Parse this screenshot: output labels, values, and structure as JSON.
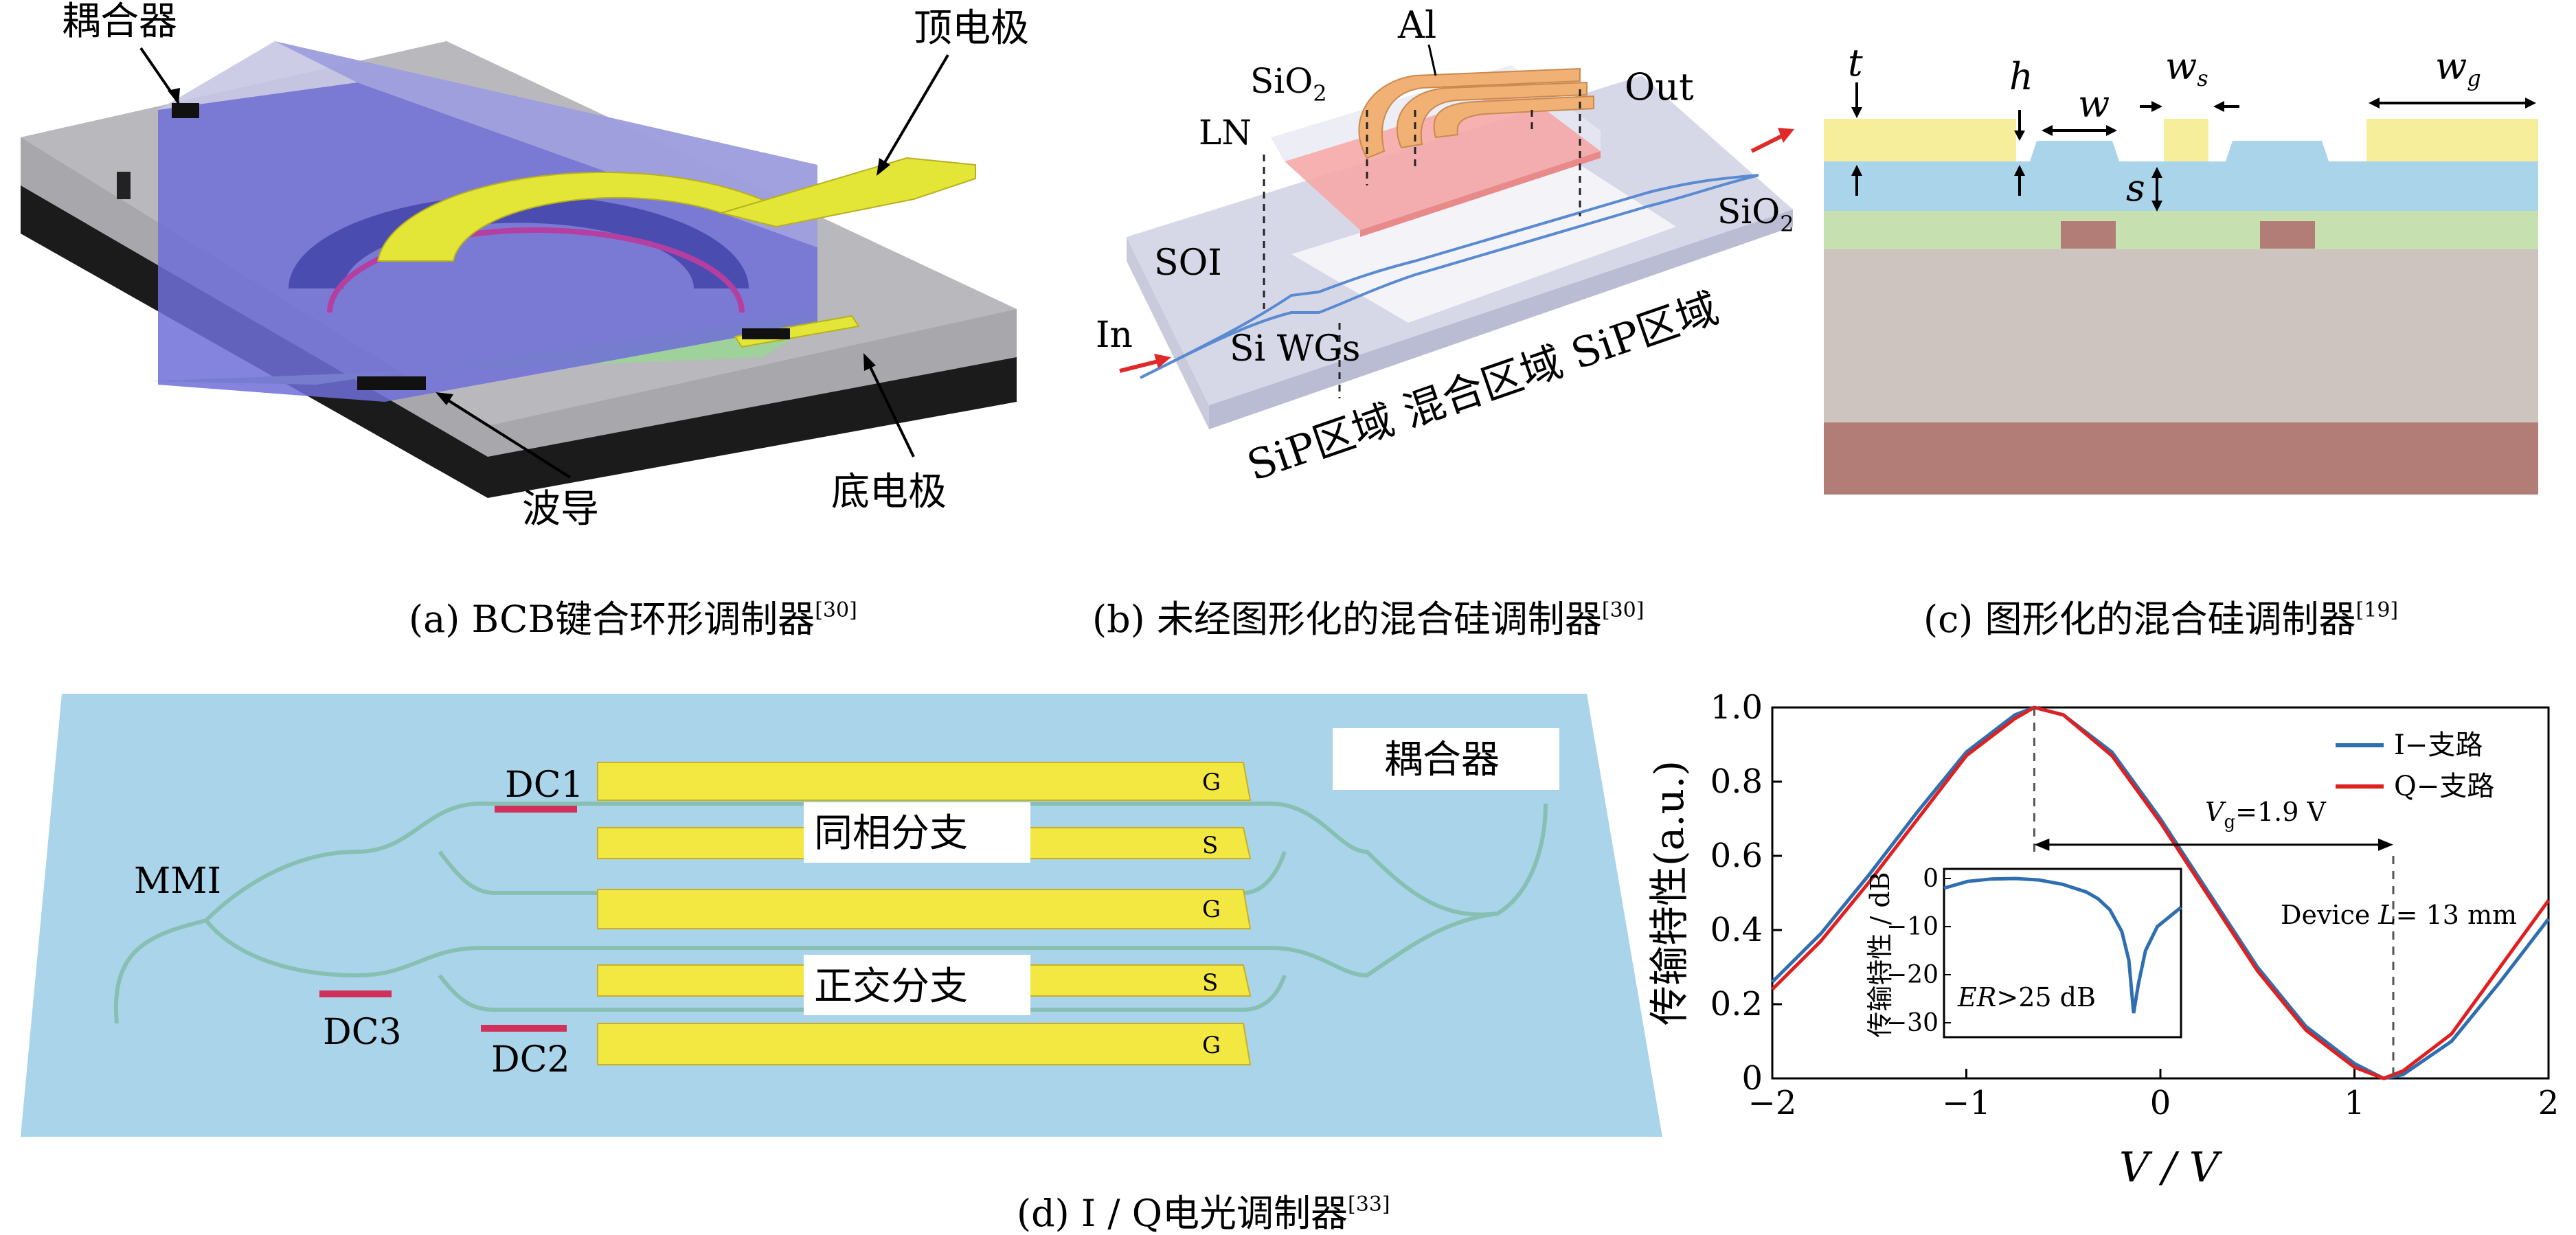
{
  "panel_a": {
    "label_coupler": "耦合器",
    "label_top_electrode": "顶电极",
    "label_waveguide": "波导",
    "label_bottom_electrode": "底电极",
    "caption": "(a) BCB键合环形调制器",
    "ref": "[30]"
  },
  "panel_b": {
    "label_al": "Al",
    "label_sio2_top": "SiO",
    "label_sio2_top_sub": "2",
    "label_ln": "LN",
    "label_out": "Out",
    "label_sio2_right": "SiO",
    "label_sio2_right_sub": "2",
    "label_soi": "SOI",
    "label_in": "In",
    "label_si_wgs": "Si WGs",
    "region_text": "SiP区域  混合区域 SiP区域",
    "caption": "(b)  未经图形化的混合硅调制器",
    "ref": "[30]"
  },
  "panel_c": {
    "label_t": "t",
    "label_h": "h",
    "label_w": "w",
    "label_ws": "w",
    "label_ws_sub": "s",
    "label_wg": "w",
    "label_wg_sub": "g",
    "label_s": "s",
    "caption": "(c)  图形化的混合硅调制器",
    "ref": "[19]"
  },
  "panel_d": {
    "label_coupler": "耦合器",
    "label_mmi": "MMI",
    "label_dc1": "DC1",
    "label_dc2": "DC2",
    "label_dc3": "DC3",
    "label_inphase": "同相分支",
    "label_quadrature": "正交分支",
    "electrodes": [
      "G",
      "S",
      "G",
      "S",
      "G"
    ],
    "caption": "(d) I / Q电光调制器",
    "ref": "[33]"
  },
  "chart_data": {
    "type": "line",
    "xlabel": "V / V",
    "ylabel": "传输特性(a.u.)",
    "xlim": [
      -2,
      2
    ],
    "ylim": [
      0,
      1
    ],
    "xticks": [
      "−2",
      "−1",
      "0",
      "1",
      "2"
    ],
    "yticks": [
      "0",
      "0.2",
      "0.4",
      "0.6",
      "0.8",
      "1.0"
    ],
    "series": [
      {
        "name": "I−支路",
        "color": "#2f6fb0",
        "x": [
          -2,
          -1.75,
          -1.5,
          -1.25,
          -1.0,
          -0.75,
          -0.65,
          -0.5,
          -0.25,
          0,
          0.25,
          0.5,
          0.75,
          1.0,
          1.15,
          1.25,
          1.5,
          1.75,
          2.0
        ],
        "y": [
          0.26,
          0.39,
          0.55,
          0.72,
          0.88,
          0.98,
          1.0,
          0.98,
          0.88,
          0.7,
          0.5,
          0.3,
          0.14,
          0.04,
          0.0,
          0.01,
          0.1,
          0.26,
          0.43
        ]
      },
      {
        "name": "Q−支路",
        "color": "#e02020",
        "x": [
          -2,
          -1.75,
          -1.5,
          -1.25,
          -1.0,
          -0.75,
          -0.65,
          -0.5,
          -0.25,
          0,
          0.25,
          0.5,
          0.75,
          1.0,
          1.15,
          1.25,
          1.5,
          1.75,
          2.0
        ],
        "y": [
          0.24,
          0.37,
          0.53,
          0.7,
          0.87,
          0.97,
          1.0,
          0.98,
          0.87,
          0.69,
          0.49,
          0.29,
          0.13,
          0.03,
          0.0,
          0.02,
          0.12,
          0.3,
          0.48
        ]
      }
    ],
    "annotations": {
      "vg_text": "V",
      "vg_sub": "g",
      "vg_value": "=1.9 V",
      "device_text_a": "Device ",
      "device_text_L": "L",
      "device_text_b": "= 13 mm",
      "vg_marker_x": [
        -0.65,
        1.2
      ]
    },
    "legend_position": "top-right",
    "inset": {
      "type": "line",
      "ylabel": "传输特性 / dB",
      "yticks": [
        "0",
        "−10",
        "−20",
        "−30"
      ],
      "ylim": [
        -33,
        2
      ],
      "annotation_a": "ER",
      "annotation_b": ">25 dB",
      "series": [
        {
          "color": "#2f6fb0",
          "x": [
            0,
            0.1,
            0.2,
            0.3,
            0.4,
            0.5,
            0.6,
            0.65,
            0.7,
            0.75,
            0.78,
            0.8,
            0.82,
            0.85,
            0.9,
            0.95,
            1.0
          ],
          "y": [
            -2,
            -0.6,
            -0.1,
            0,
            -0.3,
            -1.2,
            -2.8,
            -4.2,
            -6.5,
            -11,
            -17,
            -28,
            -22,
            -15,
            -10,
            -8,
            -6
          ]
        }
      ]
    }
  }
}
